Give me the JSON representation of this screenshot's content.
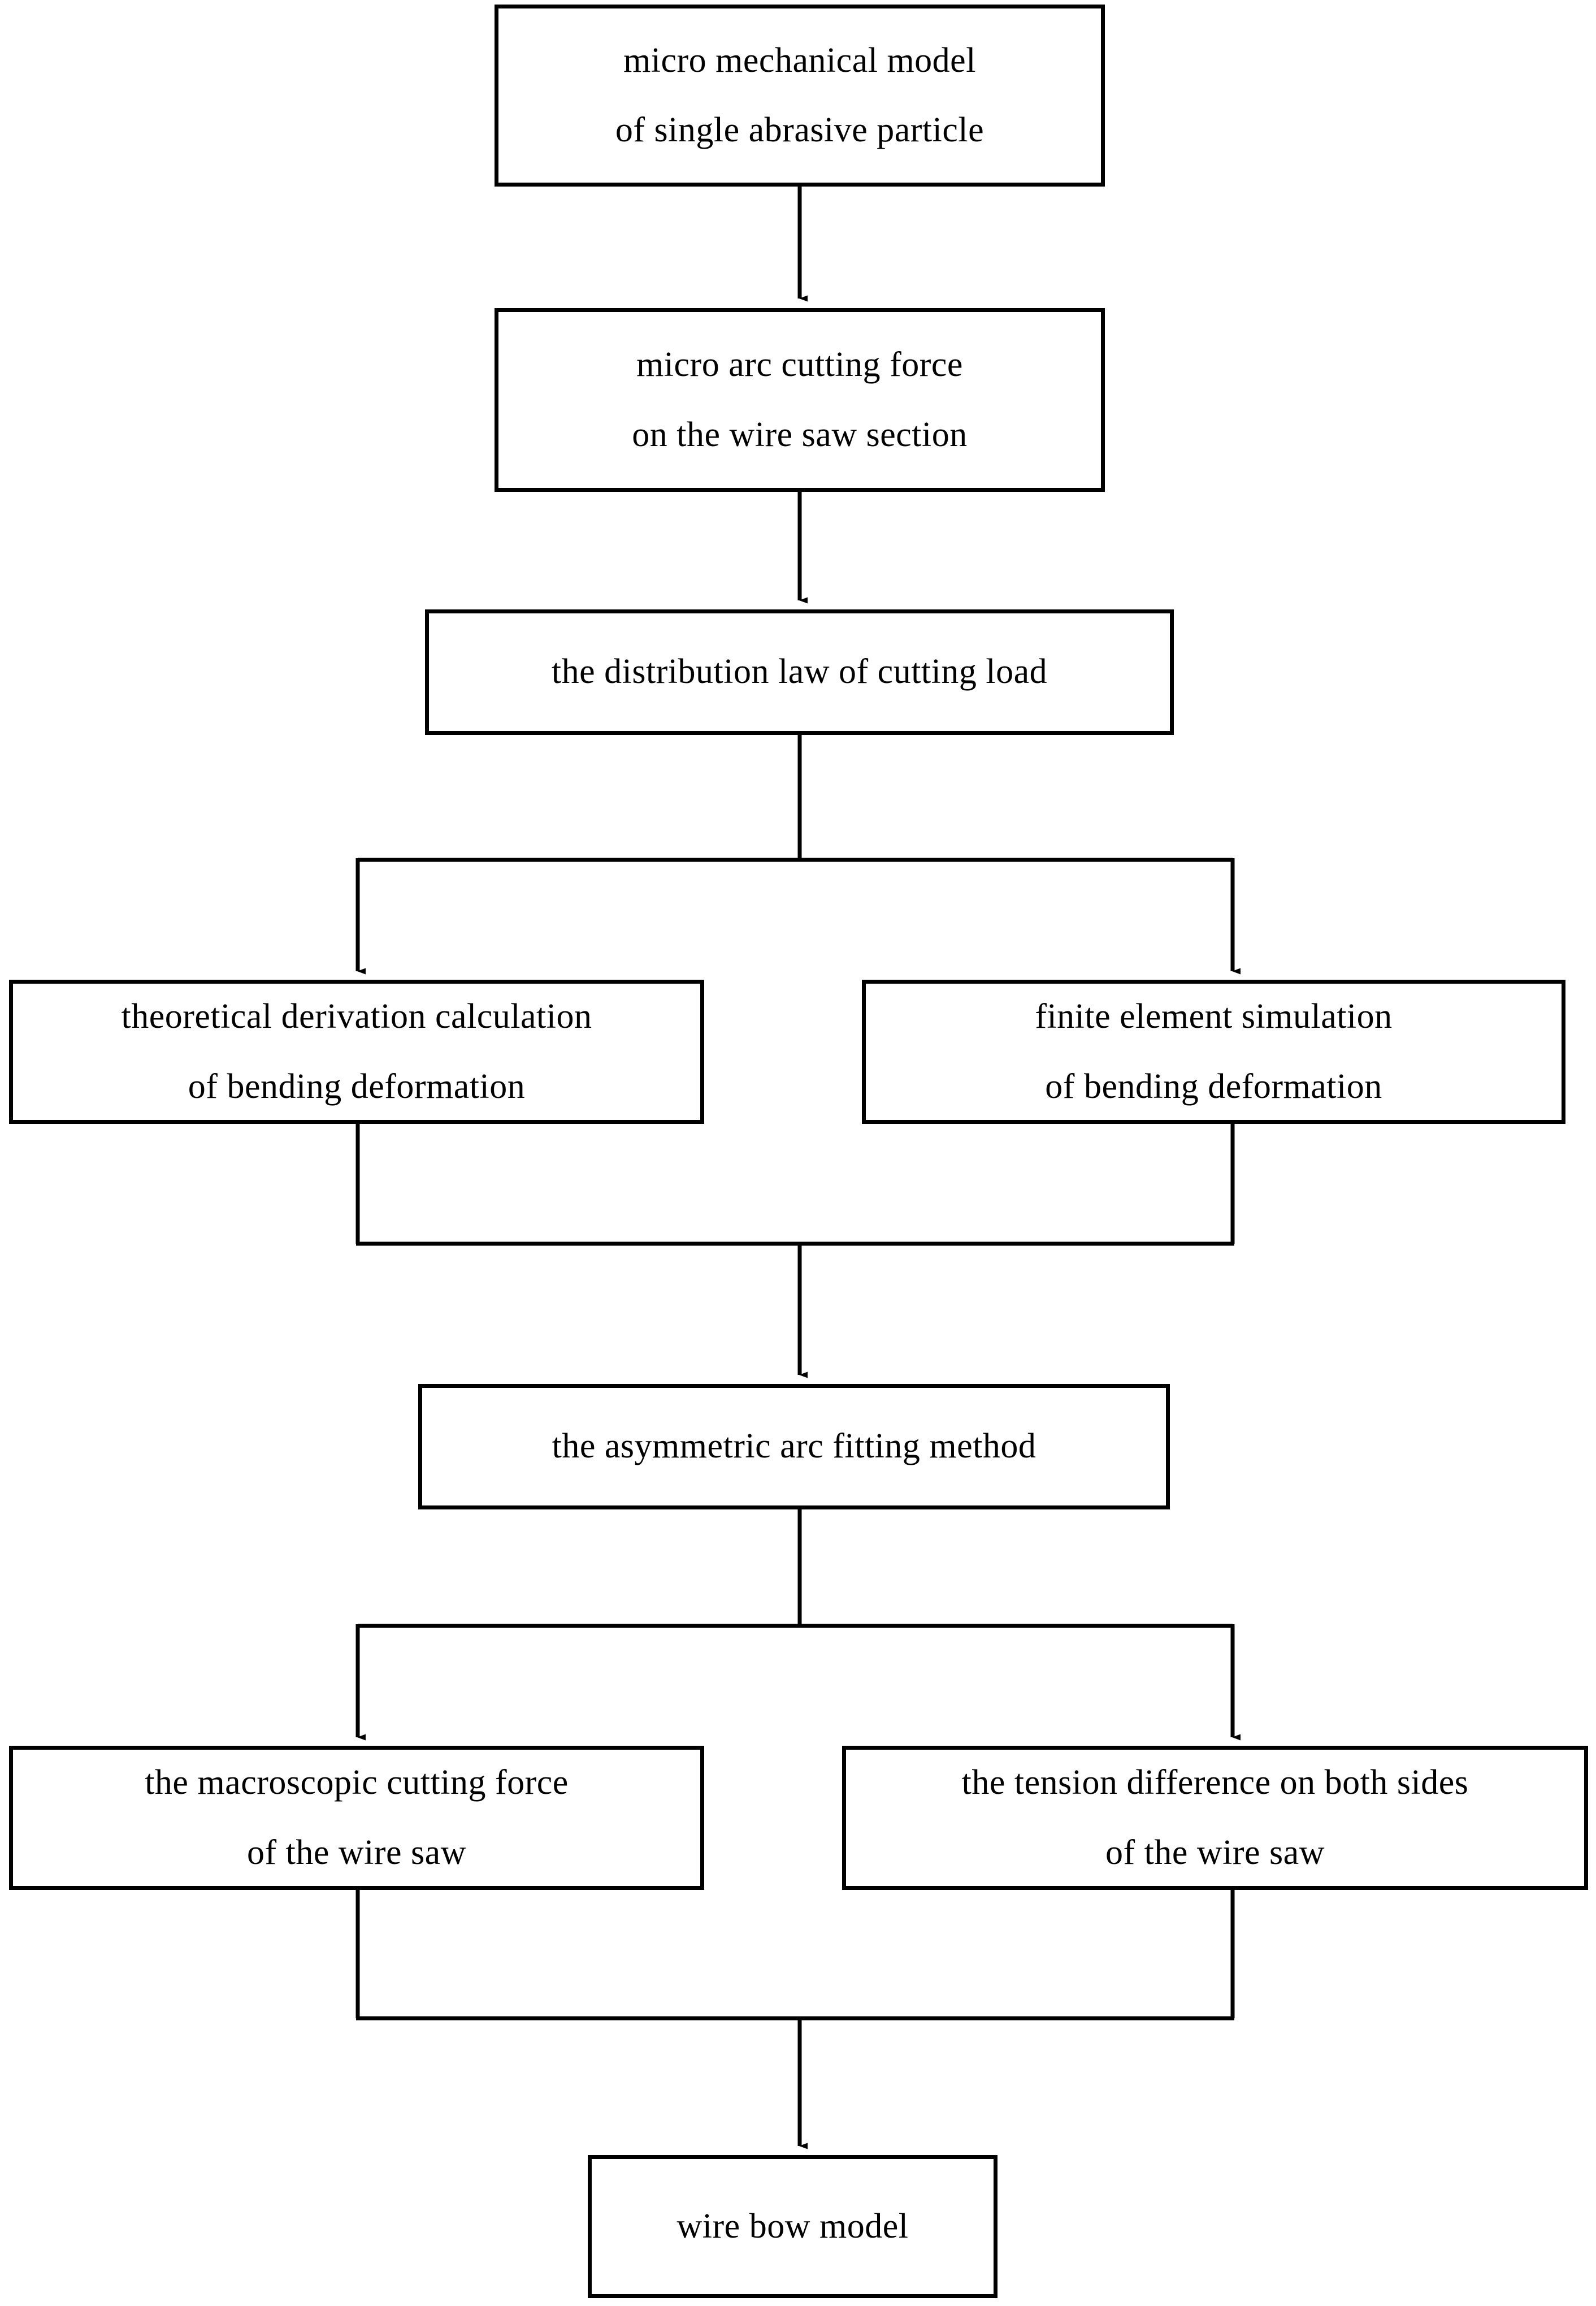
{
  "diagram": {
    "title": "wire bow model derivation flowchart",
    "stroke_color": "#000000",
    "fill_color": "#ffffff",
    "nodes": {
      "micro_model": {
        "line1": "micro mechanical model",
        "line2": "of single abrasive particle"
      },
      "micro_arc_force": {
        "line1": "micro arc cutting force",
        "line2": "on the wire saw section"
      },
      "distribution_law": {
        "line1": "the distribution law of cutting load"
      },
      "theoretical": {
        "line1": "theoretical derivation calculation",
        "line2": "of bending deformation"
      },
      "finite_element": {
        "line1": "finite element simulation",
        "line2": "of bending deformation"
      },
      "arc_fitting": {
        "line1": "the asymmetric arc fitting method"
      },
      "macroscopic": {
        "line1": "the macroscopic cutting force",
        "line2": "of the wire saw"
      },
      "tension_diff": {
        "line1": "the tension difference on both sides",
        "line2": "of the wire saw"
      },
      "wire_bow": {
        "line1": "wire bow model"
      }
    },
    "edges": [
      {
        "from": "micro_model",
        "to": "micro_arc_force",
        "type": "straight-arrow"
      },
      {
        "from": "micro_arc_force",
        "to": "distribution_law",
        "type": "straight-arrow"
      },
      {
        "from": "distribution_law",
        "to": "theoretical",
        "type": "split-left-arrow"
      },
      {
        "from": "distribution_law",
        "to": "finite_element",
        "type": "split-right-arrow"
      },
      {
        "from": "theoretical",
        "to": "arc_fitting",
        "type": "merge-left"
      },
      {
        "from": "finite_element",
        "to": "arc_fitting",
        "type": "merge-right-arrow"
      },
      {
        "from": "arc_fitting",
        "to": "macroscopic",
        "type": "split-left-arrow"
      },
      {
        "from": "arc_fitting",
        "to": "tension_diff",
        "type": "split-right-arrow"
      },
      {
        "from": "macroscopic",
        "to": "wire_bow",
        "type": "merge-left"
      },
      {
        "from": "tension_diff",
        "to": "wire_bow",
        "type": "merge-right-arrow"
      }
    ]
  }
}
